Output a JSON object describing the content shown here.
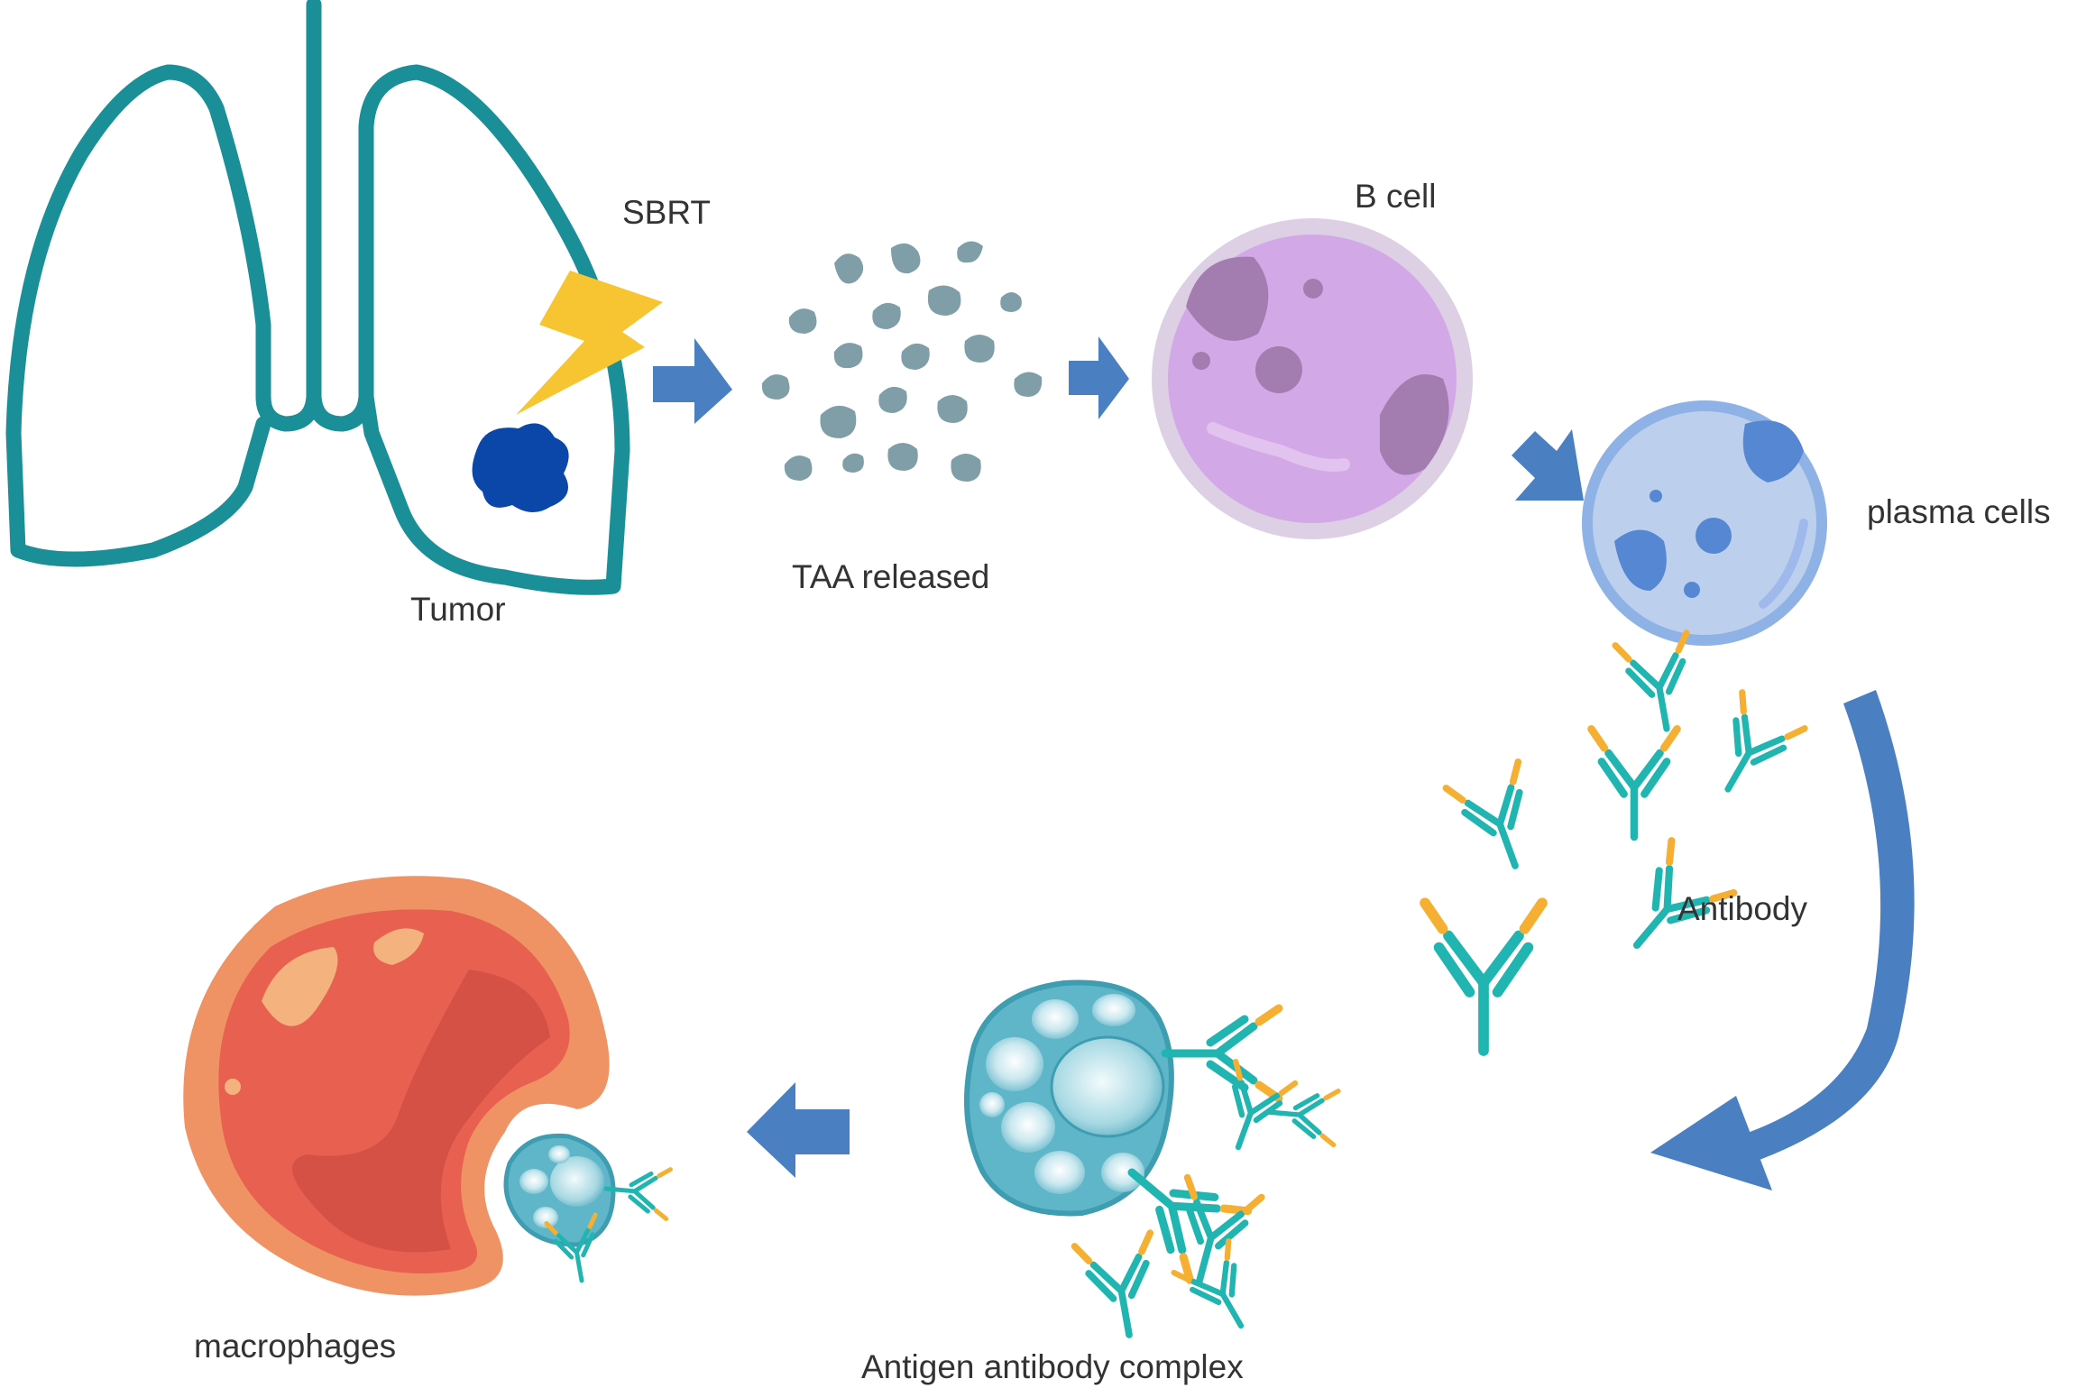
{
  "labels": {
    "sbrt": "SBRT",
    "tumor": "Tumor",
    "taa": "TAA released",
    "bcell": "B cell",
    "plasma": "plasma cells",
    "antibody": "Antibody",
    "complex": "Antigen antibody complex",
    "macrophages": "macrophages"
  },
  "colors": {
    "lung_outline": "#1a8f97",
    "tumor": "#0a47a8",
    "lightning": "#f7c531",
    "arrow": "#4a7fc1",
    "antigen": "#7f9ea8",
    "bcell_fill": "#d2a9e6",
    "bcell_ring": "#ddd0e4",
    "bcell_nucleus": "#a47db0",
    "plasma_fill": "#bcd0ee",
    "plasma_ring": "#8fb2e6",
    "plasma_nucleus": "#5587d2",
    "antibody_arm": "#21b5b1",
    "antibody_tip": "#f5b033",
    "complex_cell": "#5fb6c8",
    "macrophage_outer": "#ef9364",
    "macrophage_inner": "#e8604f"
  },
  "icons": [
    "lungs-icon",
    "lightning-icon",
    "tumor-icon",
    "antigen-icon",
    "b-cell-icon",
    "plasma-cell-icon",
    "antibody-icon",
    "antigen-antibody-complex-icon",
    "macrophage-icon",
    "arrow-icon"
  ]
}
